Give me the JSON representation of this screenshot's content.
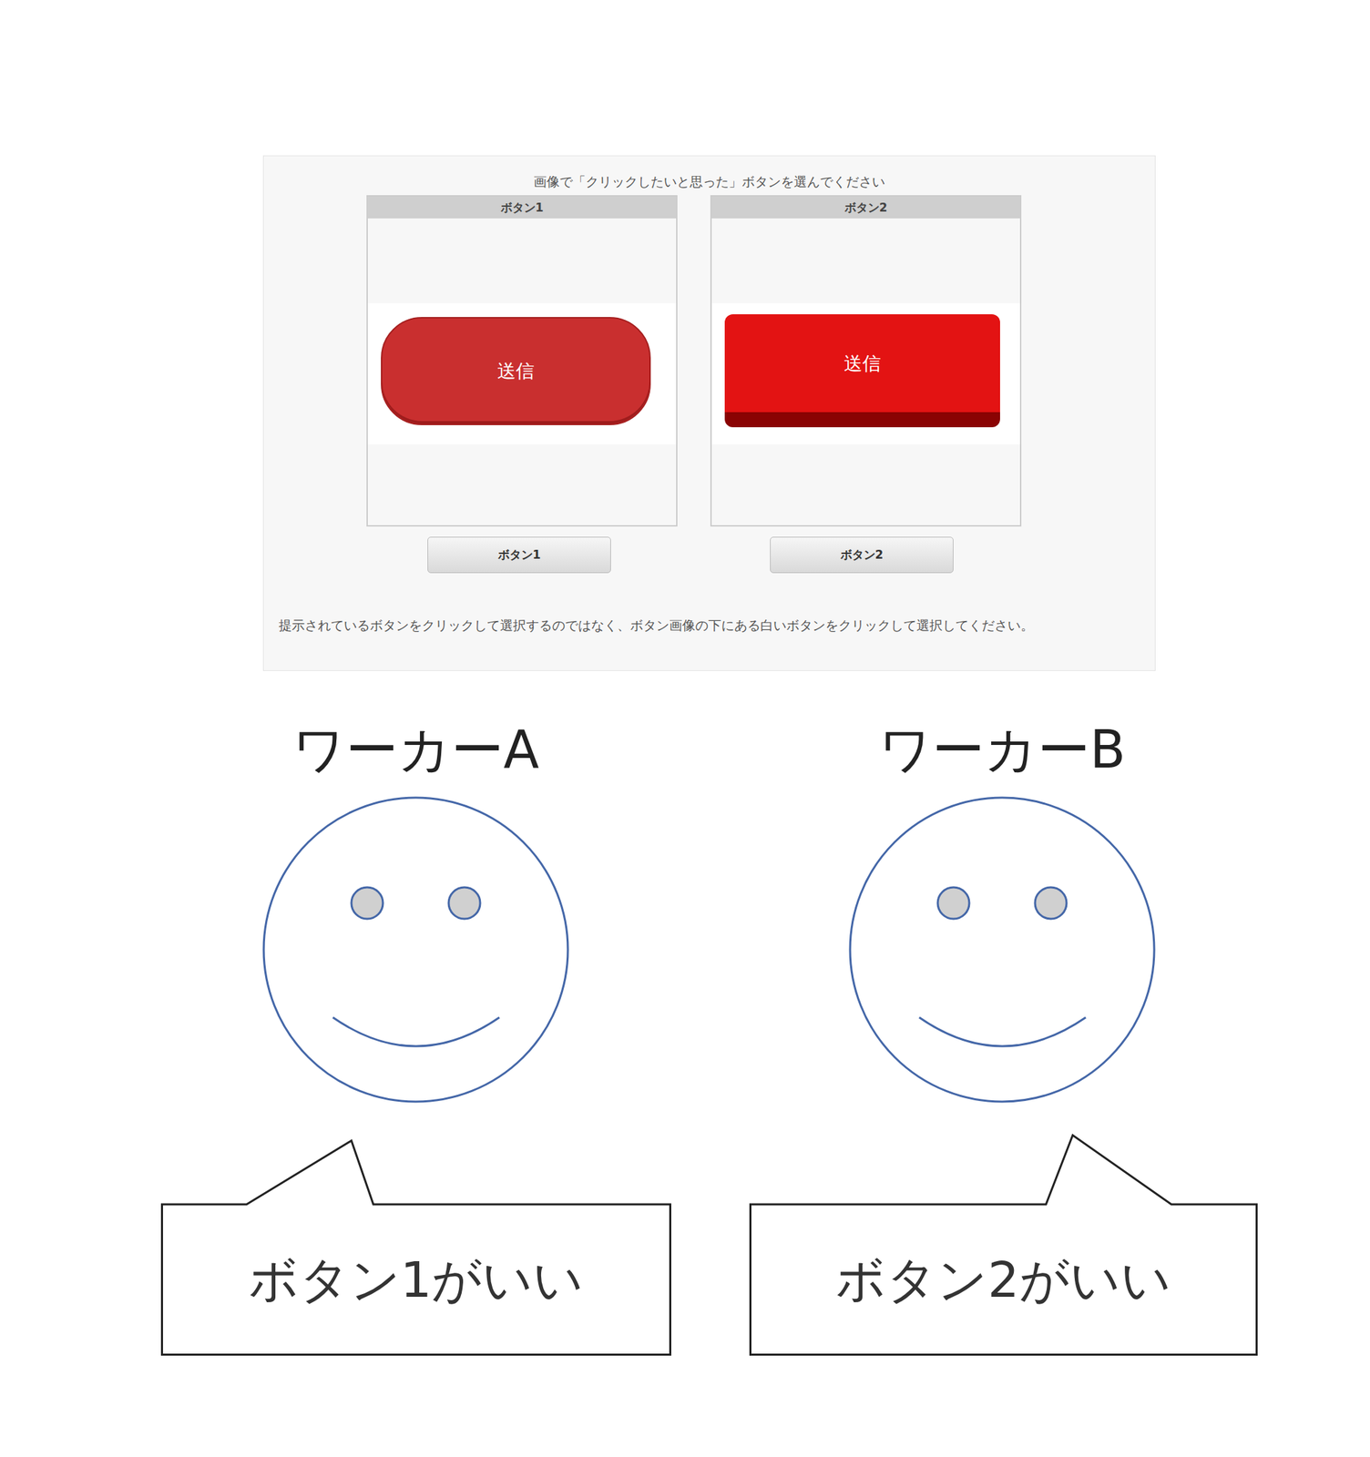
{
  "diagram": {
    "nodes": [
      {
        "text": [
          "画像で「クリックしたいと思った」ボタンを選んでください",
          "提示されているボタンをクリックして選択するのではなく、ボタン画像の下にある白いボタンをクリックして選択してください。"
        ]
      },
      {
        "text": [
          "ボタン1"
        ],
        "in": 0
      },
      {
        "text": [
          "送信"
        ],
        "in": 1
      },
      {
        "text": [
          "ボタン2"
        ],
        "in": 0
      },
      {
        "text": [
          "送信"
        ],
        "in": 3
      },
      {
        "text": [
          "ボタン1"
        ],
        "in": 0
      },
      {
        "text": [
          "ボタン2"
        ],
        "in": 0
      },
      {
        "text": [
          "ワーカーA"
        ]
      },
      {
        "text": [
          "ボタン1がいい"
        ]
      },
      {
        "text": [
          "ワーカーB"
        ]
      },
      {
        "text": [
          "ボタン2がいい"
        ]
      }
    ]
  }
}
